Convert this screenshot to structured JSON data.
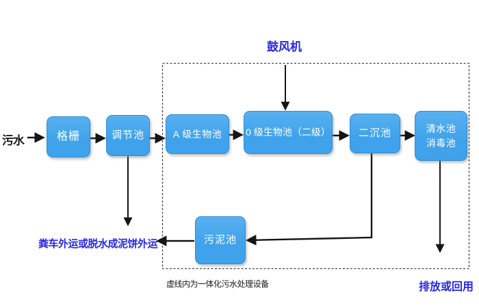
{
  "colors": {
    "box_fill": "#3fa2eb",
    "box_fill_light": "#58b0f0",
    "box_border": "#2e8bd4",
    "blue_text": "#2626e6",
    "ink": "#1a1a1a",
    "line": "#151515"
  },
  "flow": {
    "source": "污水",
    "blower": "鼓风机",
    "boxes": {
      "screen": "格栅",
      "regulating": "调节池",
      "a_bio": "A 级生物池",
      "o_bio": "0 级生物池（二级）",
      "secondary_sed": "二沉池",
      "clear_line1": "清水池",
      "clear_line2": "消毒池",
      "sludge": "污泥池"
    },
    "captions": {
      "sludge_out": "粪车外运或脱水成泥饼外运",
      "dashed_box": "虚线内为一体化污水处理设备",
      "discharge": "排放或回用"
    }
  }
}
